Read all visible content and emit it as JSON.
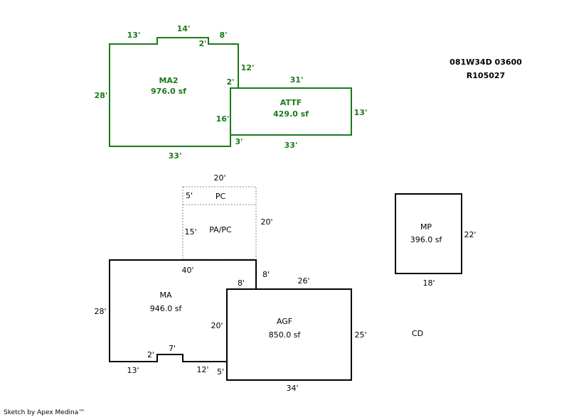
{
  "header": {
    "parcel_id": "081W34D 03600",
    "account": "R105027"
  },
  "upper": {
    "ma2": {
      "name": "MA2",
      "area": "976.0 sf"
    },
    "attf": {
      "name": "ATTF",
      "area": "429.0 sf"
    },
    "dims": {
      "top_left": "13'",
      "top_mid": "14'",
      "top_right": "8'",
      "notch_left": "2'",
      "right_upper": "12'",
      "step": "2'",
      "left": "28'",
      "bottom": "33'",
      "ma2_lower_right": "16'",
      "attf_bottom_left": "3'",
      "attf_top": "31'",
      "attf_right": "13'",
      "attf_bottom": "33'"
    }
  },
  "lower": {
    "pc": {
      "name": "PC"
    },
    "papc": {
      "name": "PA/PC"
    },
    "ma": {
      "name": "MA",
      "area": "946.0 sf"
    },
    "agf": {
      "name": "AGF",
      "area": "850.0 sf"
    },
    "mp": {
      "name": "MP",
      "area": "396.0 sf"
    },
    "cd": {
      "name": "CD"
    },
    "dims": {
      "pc_top": "20'",
      "pc_left": "5'",
      "papc_left": "15'",
      "papc_right": "20'",
      "ma_top": "40'",
      "ma_right_upper": "8'",
      "agf_step": "8'",
      "agf_top": "26'",
      "ma_left": "28'",
      "agf_left": "20'",
      "agf_right": "25'",
      "notch_left": "2'",
      "notch_top": "7'",
      "ma_bottom_left": "13'",
      "ma_bottom_right": "12'",
      "agf_bottom_left": "5'",
      "agf_bottom": "34'",
      "mp_right": "22'",
      "mp_bottom": "18'"
    }
  },
  "footer": {
    "credit": "Sketch by Apex Medina™"
  }
}
